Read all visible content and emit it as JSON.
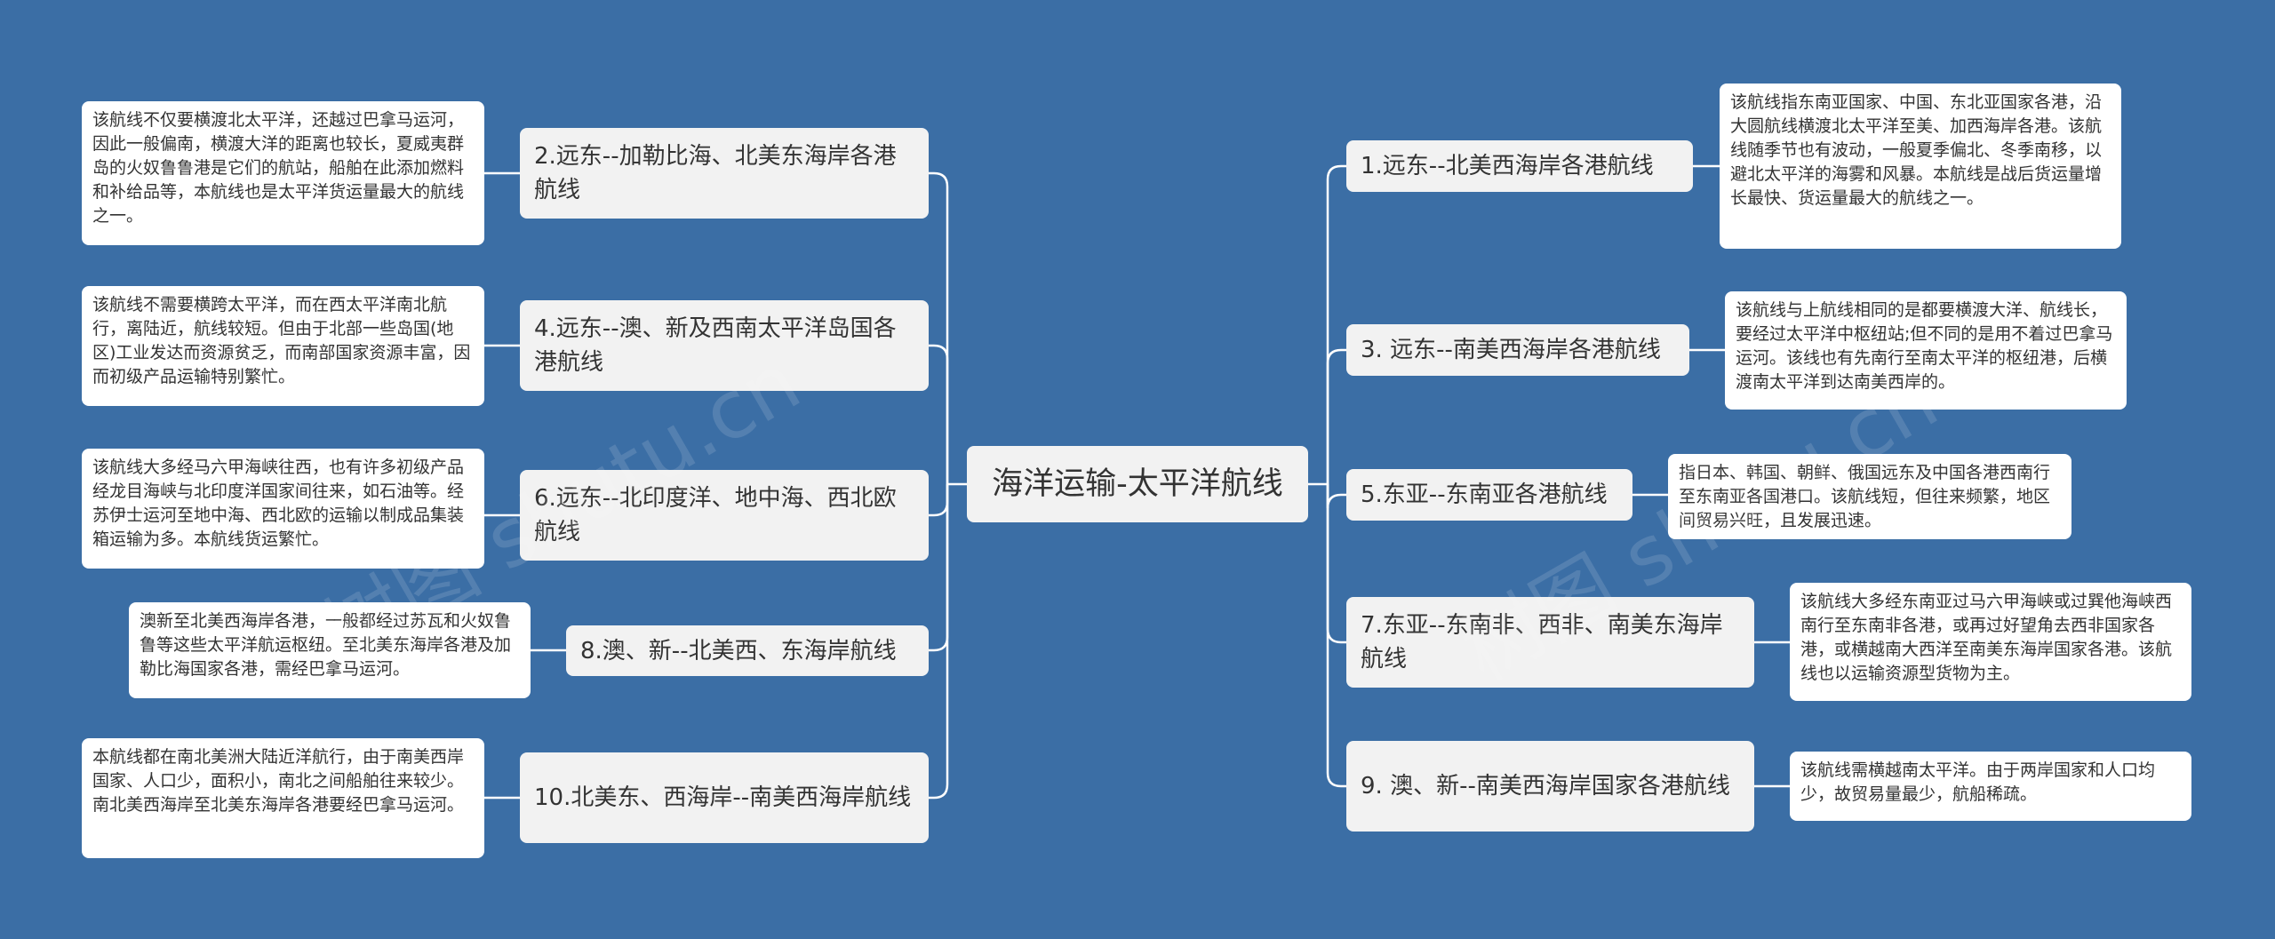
{
  "root": {
    "label": "海洋运输-太平洋航线"
  },
  "left_branches": [
    {
      "label": "2.远东--加勒比海、北美东海岸各港航线",
      "detail": "该航线不仅要横渡北太平洋，还越过巴拿马运河，因此一般偏南，横渡大洋的距离也较长，夏威夷群岛的火奴鲁鲁港是它们的航站，船舶在此添加燃料和补给品等，本航线也是太平洋货运量最大的航线之一。"
    },
    {
      "label": "4.远东--澳、新及西南太平洋岛国各港航线",
      "detail": "该航线不需要横跨太平洋，而在西太平洋南北航行，离陆近，航线较短。但由于北部一些岛国(地区)工业发达而资源贫乏，而南部国家资源丰富，因而初级产品运输特别繁忙。"
    },
    {
      "label": "6.远东--北印度洋、地中海、西北欧航线",
      "detail": "该航线大多经马六甲海峡往西，也有许多初级产品经龙目海峡与北印度洋国家间往来，如石油等。经苏伊士运河至地中海、西北欧的运输以制成品集装箱运输为多。本航线货运繁忙。"
    },
    {
      "label": "8.澳、新--北美西、东海岸航线",
      "detail": "澳新至北美西海岸各港，一般都经过苏瓦和火奴鲁鲁等这些太平洋航运枢纽。至北美东海岸各港及加勒比海国家各港，需经巴拿马运河。"
    },
    {
      "label": "10.北美东、西海岸--南美西海岸航线",
      "detail": "本航线都在南北美洲大陆近洋航行，由于南美西岸国家、人口少，面积小，南北之间船舶往来较少。南北美西海岸至北美东海岸各港要经巴拿马运河。"
    }
  ],
  "right_branches": [
    {
      "label": "1.远东--北美西海岸各港航线",
      "detail": "该航线指东南亚国家、中国、东北亚国家各港，沿大圆航线横渡北太平洋至美、加西海岸各港。该航线随季节也有波动，一般夏季偏北、冬季南移，以避北太平洋的海雾和风暴。本航线是战后货运量增长最快、货运量最大的航线之一。"
    },
    {
      "label": "3. 远东--南美西海岸各港航线",
      "detail": "该航线与上航线相同的是都要横渡大洋、航线长，要经过太平洋中枢纽站;但不同的是用不着过巴拿马运河。该线也有先南行至南太平洋的枢纽港，后横渡南太平洋到达南美西岸的。"
    },
    {
      "label": "5.东亚--东南亚各港航线",
      "detail": "指日本、韩国、朝鲜、俄国远东及中国各港西南行至东南亚各国港口。该航线短，但往来频繁，地区间贸易兴旺，且发展迅速。"
    },
    {
      "label": "7.东亚--东南非、西非、南美东海岸航线",
      "detail": "该航线大多经东南亚过马六甲海峡或过巽他海峡西南行至东南非各港，或再过好望角去西非国家各港，或横越南大西洋至南美东海岸国家各港。该航线也以运输资源型货物为主。"
    },
    {
      "label": "9. 澳、新--南美西海岸国家各港航线",
      "detail": "该航线需横越南太平洋。由于两岸国家和人口均少，故贸易量最少，航船稀疏。"
    }
  ],
  "watermarks": [
    "树图 shutu.cn",
    "树图 shutu.cn"
  ]
}
